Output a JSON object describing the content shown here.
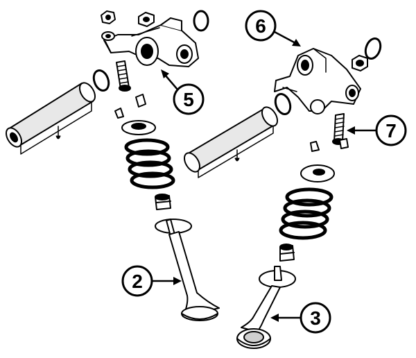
{
  "diagram": {
    "callouts": [
      {
        "id": "c2",
        "label": "2"
      },
      {
        "id": "c3",
        "label": "3"
      },
      {
        "id": "c5",
        "label": "5"
      },
      {
        "id": "c6",
        "label": "6"
      },
      {
        "id": "c7",
        "label": "7"
      }
    ],
    "colors": {
      "ink": "#000000",
      "paper": "#ffffff",
      "shade": "#cfcfcf"
    }
  }
}
